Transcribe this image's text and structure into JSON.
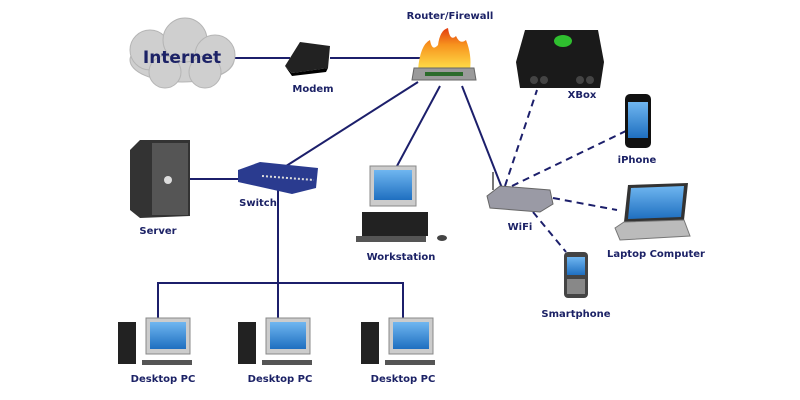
{
  "nodes": {
    "internet": "Internet",
    "modem": "Modem",
    "router": "Router/Firewall",
    "xbox": "XBox",
    "iphone": "iPhone",
    "server": "Server",
    "switch": "Switch",
    "workstation": "Workstation",
    "wifi": "WiFi",
    "laptop": "Laptop Computer",
    "smartphone": "Smartphone",
    "desktops": [
      "Desktop PC",
      "Desktop PC",
      "Desktop PC"
    ]
  },
  "colors": {
    "wire": "#1c1f6b",
    "label": "#1c2266",
    "flame": "#f5a623",
    "screen": "#3a8fd8",
    "cloud": "#c8c8c8"
  }
}
